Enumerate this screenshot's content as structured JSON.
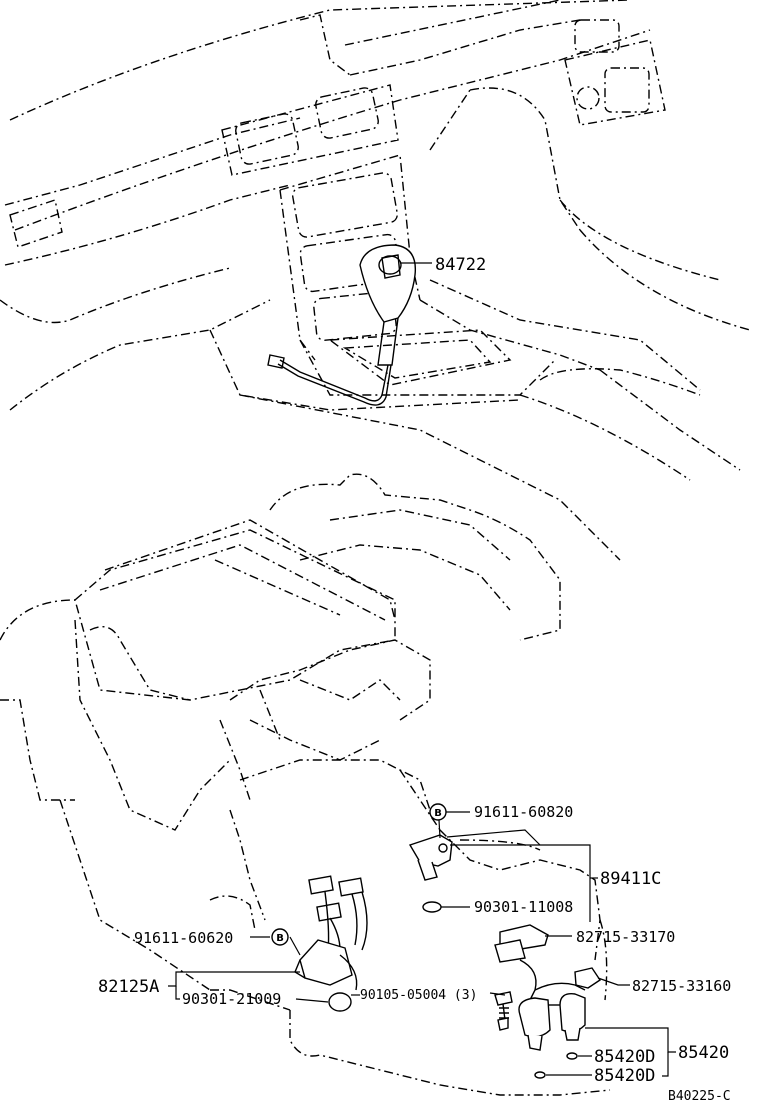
{
  "labels": {
    "p84722": "84722",
    "p91611_60820": "91611-60820",
    "p89411C": "89411C",
    "p90301_11008": "90301-11008",
    "p82715_33170": "82715-33170",
    "p91611_60620": "91611-60620",
    "p82715_33160": "82715-33160",
    "p82125A": "82125A",
    "p90301_21009": "90301-21009",
    "p90105_05004": "90105-05004 (3)",
    "p85420D_a": "85420D",
    "p85420": "85420",
    "p85420D_b": "85420D",
    "figure_code": "B40225-C"
  },
  "markers": {
    "b_upper": "B",
    "b_lower": "B"
  }
}
